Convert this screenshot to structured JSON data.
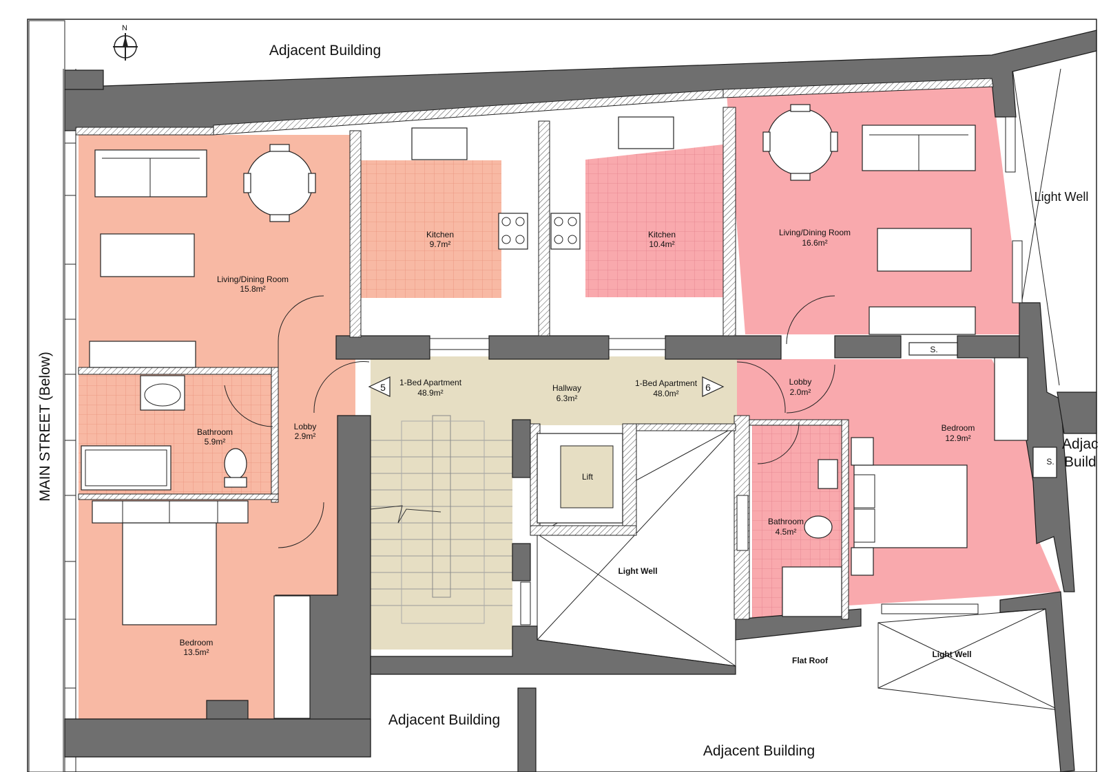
{
  "labels": {
    "adjacent_top": "Adjacent Building",
    "adjacent_bottom_center": "Adjacent Building",
    "adjacent_bottom_right": "Adjacent Building",
    "adjacent_right": "Adjac",
    "adjacent_right_2": "Build",
    "main_street": "MAIN STREET (Below)",
    "north": "N",
    "light_well_top_right": "Light Well",
    "light_well_center": "Light Well",
    "light_well_bottom_right": "Light Well",
    "flat_roof": "Flat Roof",
    "lift": "Lift",
    "store_1": "S.",
    "store_2": "S."
  },
  "rooms": {
    "living_left": {
      "name": "Living/Dining Room",
      "area": "15.8m²"
    },
    "kitchen_left": {
      "name": "Kitchen",
      "area": "9.7m²"
    },
    "bathroom_left": {
      "name": "Bathroom",
      "area": "5.9m²"
    },
    "lobby_left": {
      "name": "Lobby",
      "area": "2.9m²"
    },
    "bedroom_left": {
      "name": "Bedroom",
      "area": "13.5m²"
    },
    "apartment_5": {
      "name": "1-Bed Apartment",
      "area": "48.9m²",
      "number": "5"
    },
    "hallway": {
      "name": "Hallway",
      "area": "6.3m²"
    },
    "apartment_6": {
      "name": "1-Bed Apartment",
      "area": "48.0m²",
      "number": "6"
    },
    "kitchen_right": {
      "name": "Kitchen",
      "area": "10.4m²"
    },
    "living_right": {
      "name": "Living/Dining Room",
      "area": "16.6m²"
    },
    "lobby_right": {
      "name": "Lobby",
      "area": "2.0m²"
    },
    "bedroom_right": {
      "name": "Bedroom",
      "area": "12.9m²"
    },
    "bathroom_right": {
      "name": "Bathroom",
      "area": "4.5m²"
    }
  },
  "colors": {
    "apartment_5_fill": "#f8b9a4",
    "apartment_6_fill": "#f9a9ad",
    "hallway_fill": "#e6dec3",
    "wall_fill": "#6f6f6f",
    "tile_line_5": "#e89078",
    "tile_line_6": "#e4808a"
  }
}
